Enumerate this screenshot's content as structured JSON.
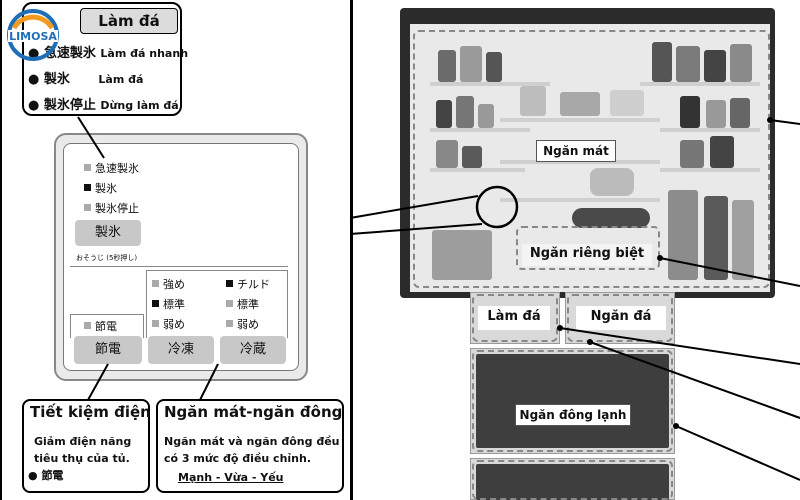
{
  "logo": {
    "text": "LIMOSA",
    "colors": [
      "#1f6fb8",
      "#f39a1e"
    ]
  },
  "ice_callout": {
    "title": "Làm đá",
    "items": [
      {
        "jp": "急速製氷",
        "vi": "Làm đá nhanh"
      },
      {
        "jp": "製氷",
        "vi": "Làm đá"
      },
      {
        "jp": "製氷停止",
        "vi": "Dừng làm đá"
      }
    ]
  },
  "panel": {
    "ice_options": [
      "急速製氷",
      "製氷",
      "製氷停止"
    ],
    "ice_button": "製氷",
    "ice_note": "おそうじ (5秒押し)",
    "freezer_options": [
      "強め",
      "標準",
      "弱め"
    ],
    "fridge_options": [
      "チルド",
      "標準",
      "弱め"
    ],
    "eco_option": "節電",
    "eco_button": "節電",
    "freezer_button": "冷凍",
    "fridge_button": "冷蔵"
  },
  "eco_callout": {
    "title": "Tiết kiệm điện",
    "lines": [
      "Giảm điện năng",
      "tiêu thụ của tủ."
    ],
    "jp_item": "節電"
  },
  "temp_callout": {
    "title": "Ngăn mát-ngăn đông",
    "lines": [
      "Ngăn mát và ngăn đông đều",
      "có 3 mức độ điều chỉnh."
    ],
    "levels": "Mạnh - Vừa - Yếu"
  },
  "fridge_labels": {
    "cool": "Ngăn mát",
    "separate": "Ngăn riêng biệt",
    "ice": "Làm đá",
    "ice_bin": "Ngăn đá",
    "freezer": "Ngăn đông lạnh"
  }
}
